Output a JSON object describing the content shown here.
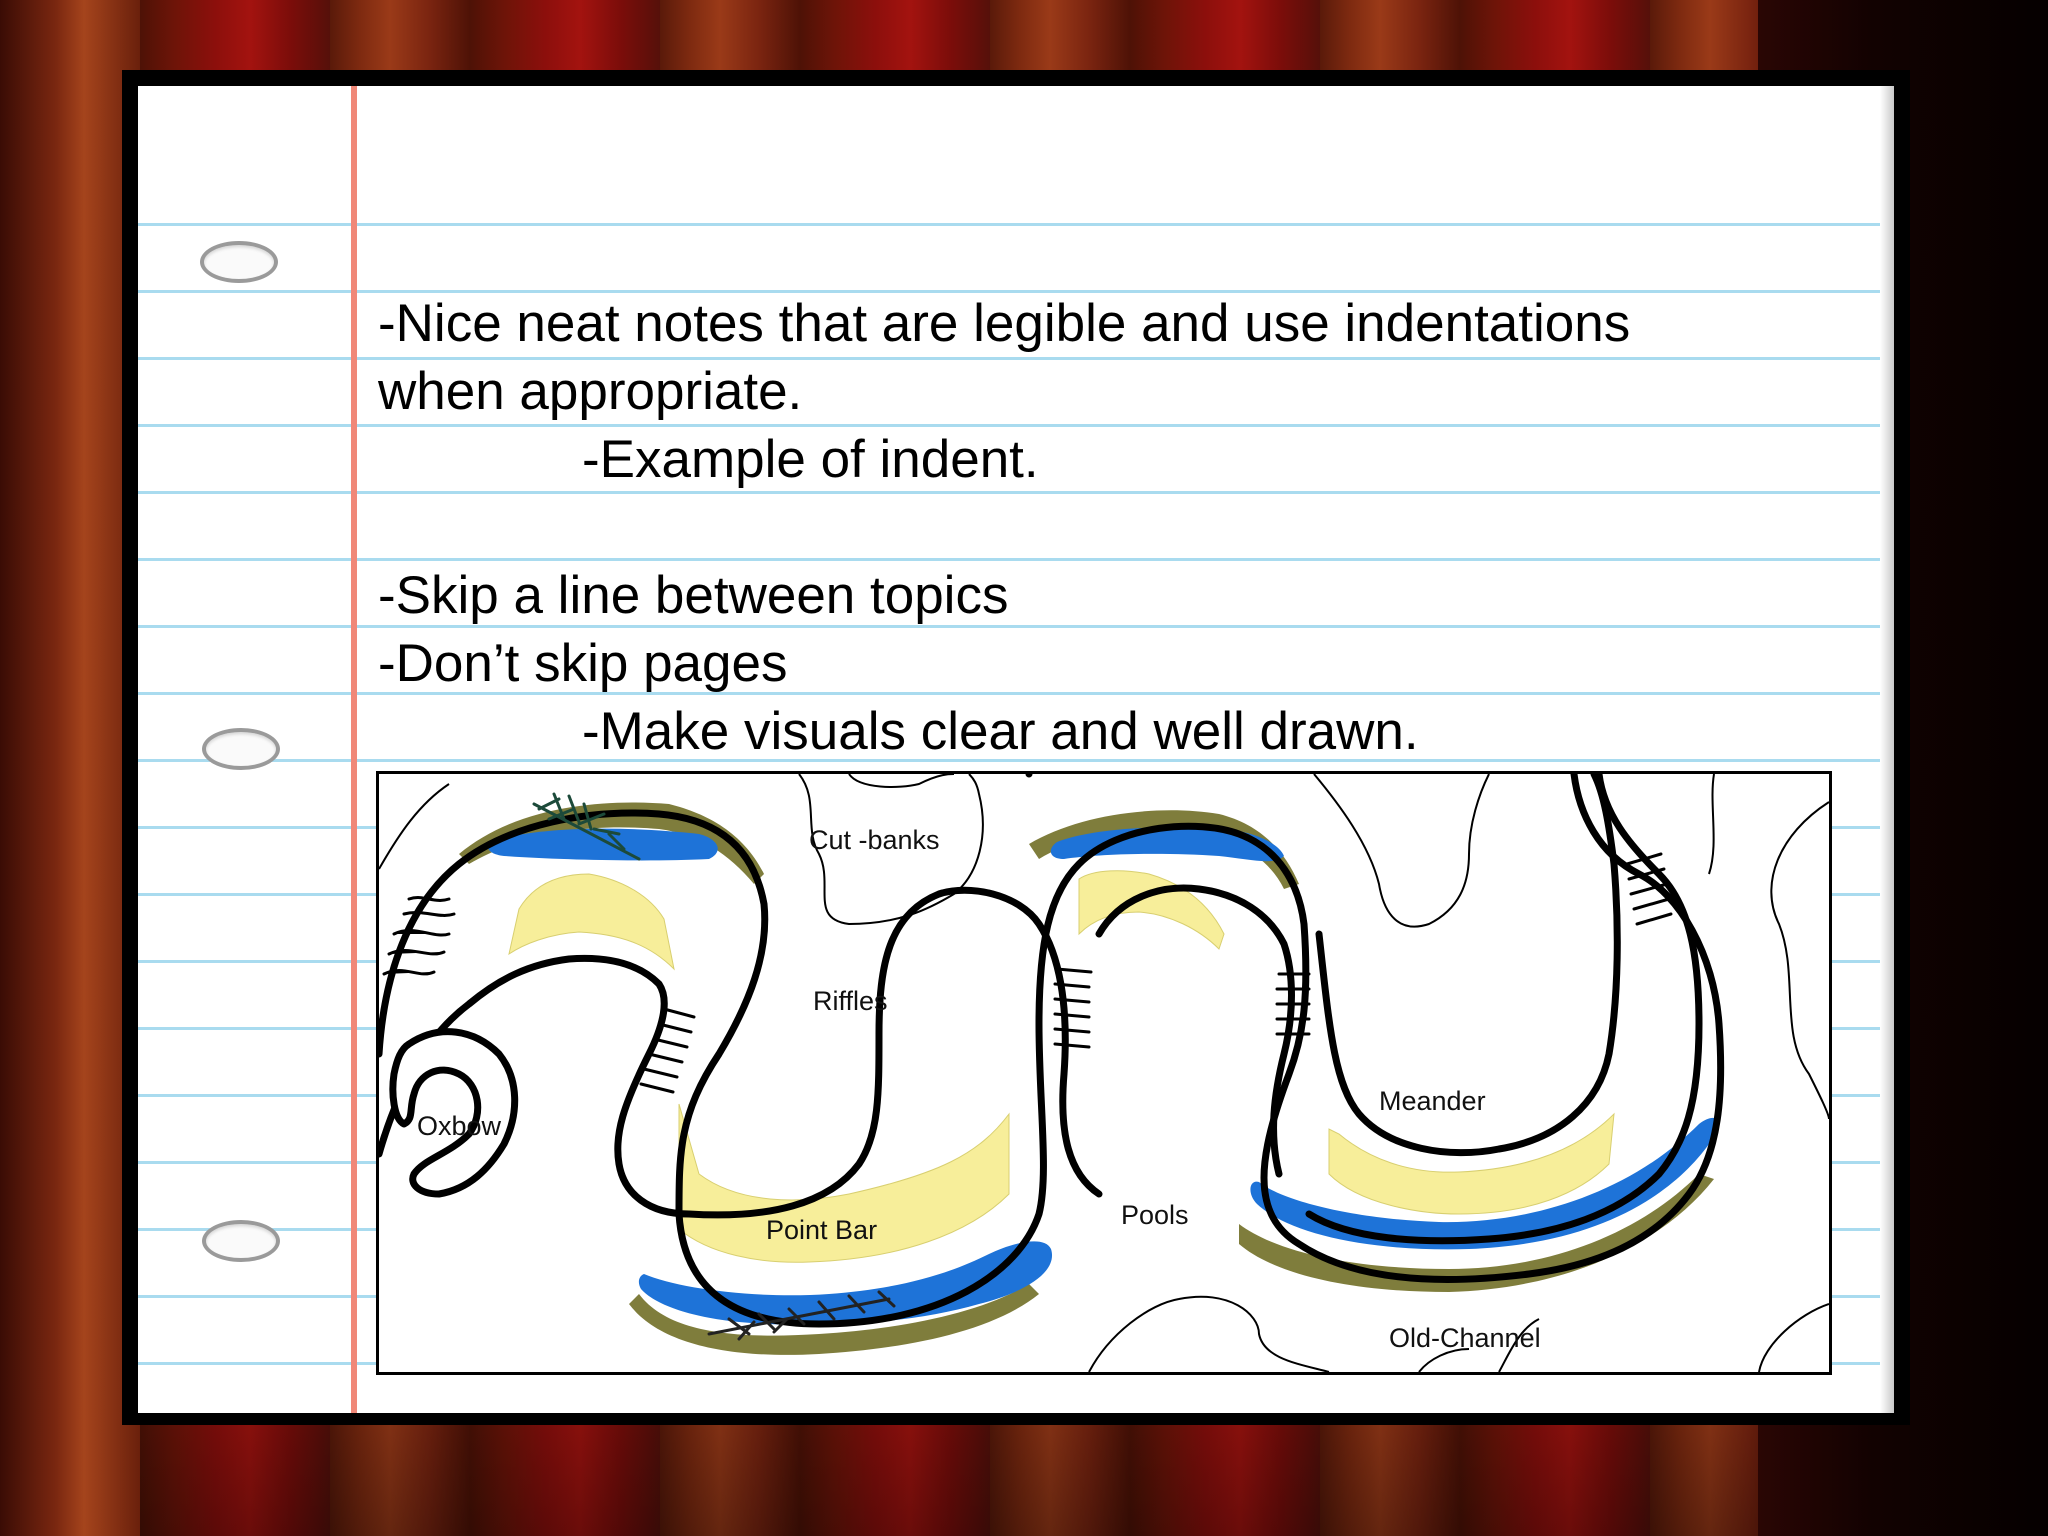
{
  "notes": {
    "line1": "-Nice neat notes that are legible and use indentations",
    "line2": "when appropriate.",
    "line3": "-Example of indent.",
    "line4": "-Skip a line between topics",
    "line5": "-Don’t skip pages",
    "line6": "-Make visuals clear and well drawn."
  },
  "diagram": {
    "labels": {
      "cut_banks": "Cut -banks",
      "riffles": "Riffles",
      "meander": "Meander",
      "oxbow": "Oxbow",
      "point_bar": "Point Bar",
      "pools": "Pools",
      "old_channel": "Old-Channel"
    },
    "colors": {
      "water": "#1e73d8",
      "point_bar": "#f7ee9a",
      "bank": "#7f7d3c",
      "margin": "#f08878",
      "rule": "#a9dbef"
    }
  }
}
